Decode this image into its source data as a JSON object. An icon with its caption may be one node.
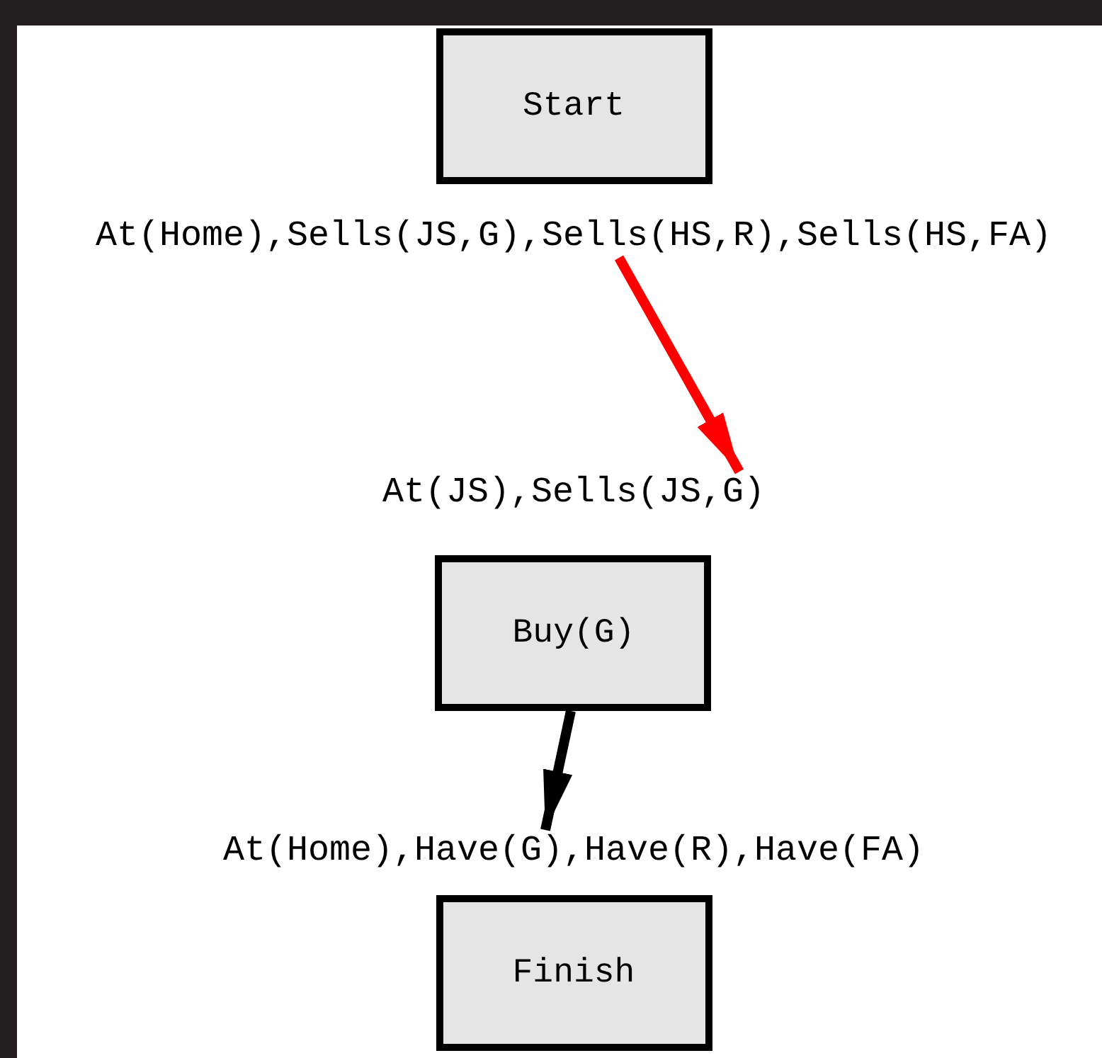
{
  "diagram": {
    "nodes": [
      {
        "text": [
          "Start"
        ],
        "beside": [
          "At(Home),Sells(JS,G),Sells(HS,R),Sells(HS,FA)"
        ]
      },
      {
        "text": [
          "Buy(G)"
        ],
        "beside": [
          "At(JS),Sells(JS,G)"
        ]
      },
      {
        "text": [
          "Finish"
        ],
        "beside": [
          "At(Home),Have(G),Have(R),Have(FA)"
        ]
      }
    ],
    "edges": [
      {
        "from": 0,
        "to": 1,
        "arrow": "to",
        "color": "#ff0000"
      },
      {
        "from": 1,
        "to": 2,
        "arrow": "to",
        "color": "#000000"
      }
    ]
  }
}
